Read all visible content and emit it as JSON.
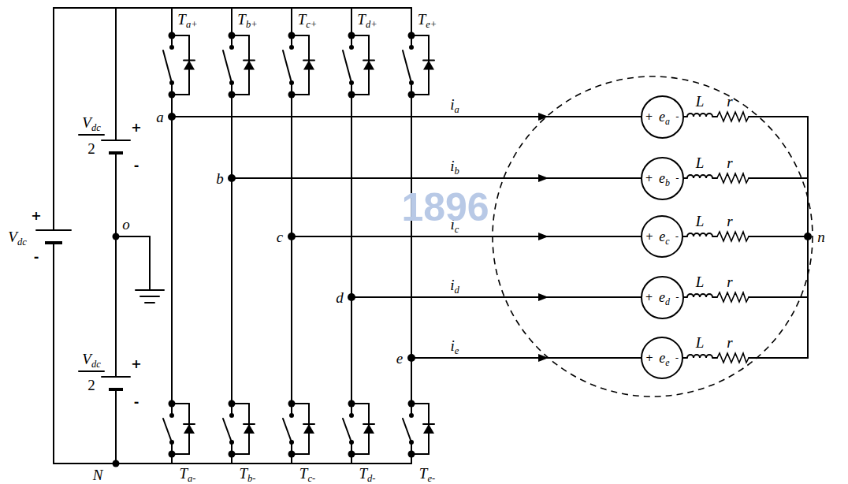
{
  "diagram": {
    "nodes": [
      {
        "text": [
          "+",
          "ea",
          "-"
        ]
      },
      {
        "text": [
          "+",
          "eb",
          "-"
        ]
      },
      {
        "text": [
          "+",
          "ec",
          "-"
        ]
      },
      {
        "text": [
          "+",
          "ed",
          "-"
        ]
      },
      {
        "text": [
          "+",
          "ee",
          "-"
        ]
      }
    ],
    "labels": [
      "Ta+",
      "Tb+",
      "Tc+",
      "Td+",
      "Te+",
      "a",
      "b",
      "c",
      "d",
      "e",
      "ia",
      "ib",
      "ic",
      "id",
      "ie",
      "L",
      "r",
      "L",
      "r",
      "L",
      "r",
      "L",
      "r",
      "L",
      "r",
      "n",
      "Vdc",
      "+",
      "-",
      "Vdc",
      "2",
      "+",
      "-",
      "o",
      "Vdc",
      "2",
      "+",
      "-",
      "N",
      "Ta-",
      "Tb-",
      "Tc-",
      "Td-",
      "Te-",
      "1896"
    ]
  }
}
